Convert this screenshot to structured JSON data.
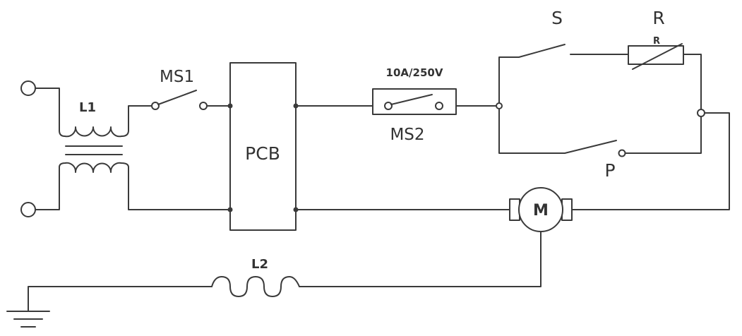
{
  "labels": {
    "l1": "L1",
    "ms1": "MS1",
    "pcb": "PCB",
    "fuse_rating": "10A/250V",
    "ms2": "MS2",
    "s": "S",
    "r": "R",
    "r_inner": "R",
    "p": "P",
    "motor": "M",
    "l2": "L2"
  },
  "colors": {
    "wire": "#3a3a3a",
    "text": "#333333",
    "background": "#ffffff"
  }
}
